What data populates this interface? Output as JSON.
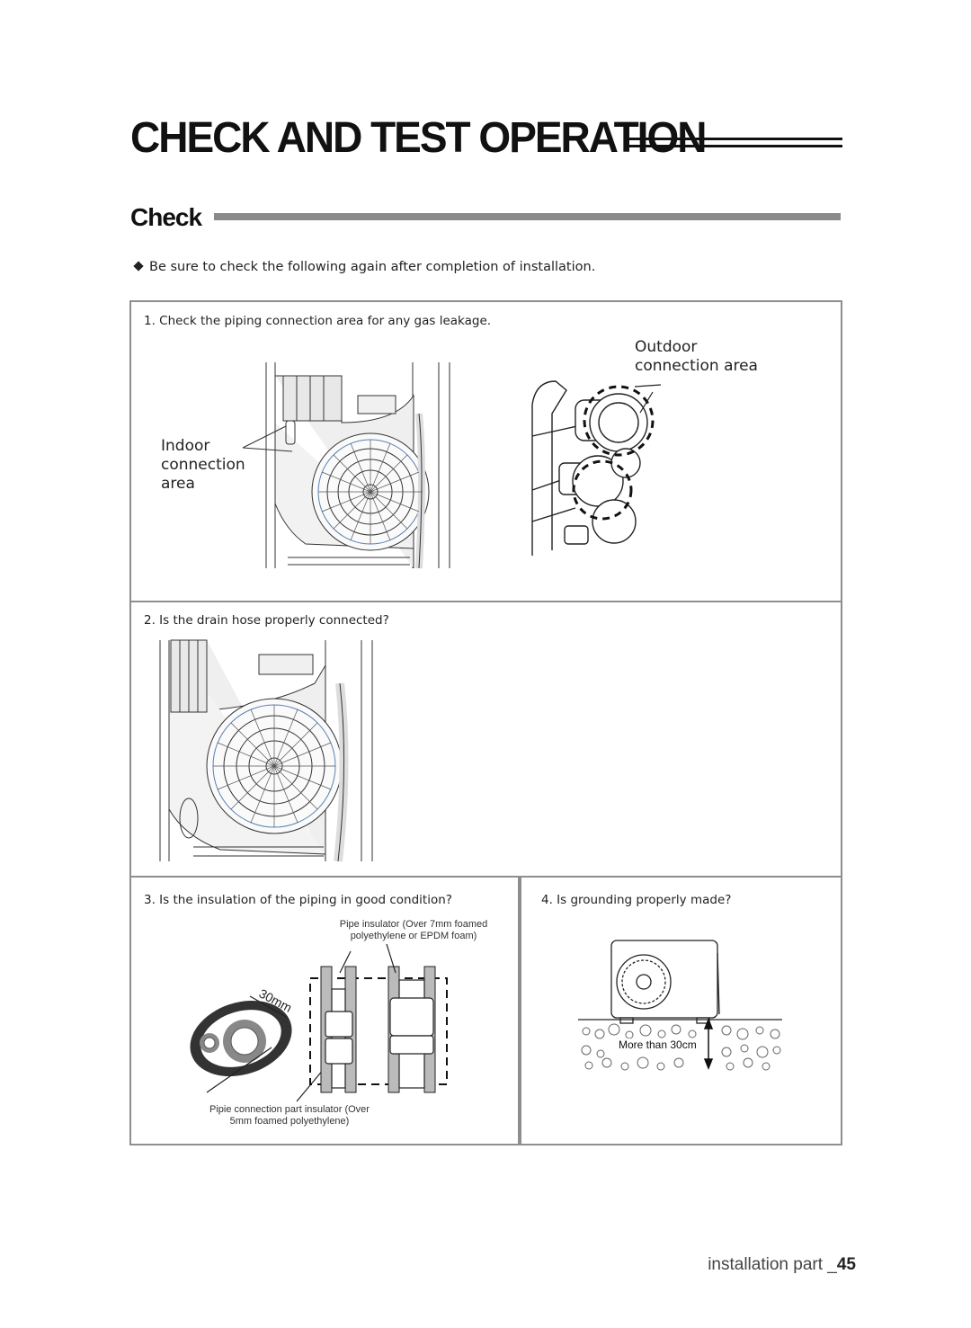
{
  "header": {
    "title": "CHECK AND TEST OPERATION",
    "section": "Check"
  },
  "intro": "Be sure to check the following again after completion of installation.",
  "items": [
    {
      "label": "1. Check the piping connection area for any gas leakage.",
      "indoor_label": [
        "Indoor",
        "connection",
        "area"
      ],
      "outdoor_label": [
        "Outdoor",
        "connection area"
      ]
    },
    {
      "label": "2. Is the drain hose properly connected?"
    },
    {
      "label": "3. Is the insulation of the piping in good condition?",
      "pipe_insulator": [
        "Pipe insulator (Over 7mm foamed",
        "polyethylene or EPDM foam)"
      ],
      "connection_insulator": [
        "Pipie connection part insulator (Over",
        "5mm foamed polyethylene)"
      ],
      "dimension": "30mm"
    },
    {
      "label": "4. Is grounding properly made?",
      "ground_label": "More than 30cm"
    }
  ],
  "footer": {
    "text": "installation part _",
    "page": "45"
  },
  "colors": {
    "frame": "#8e8e8e",
    "text": "#1a1a1a",
    "rule": "#8a8a8a"
  }
}
